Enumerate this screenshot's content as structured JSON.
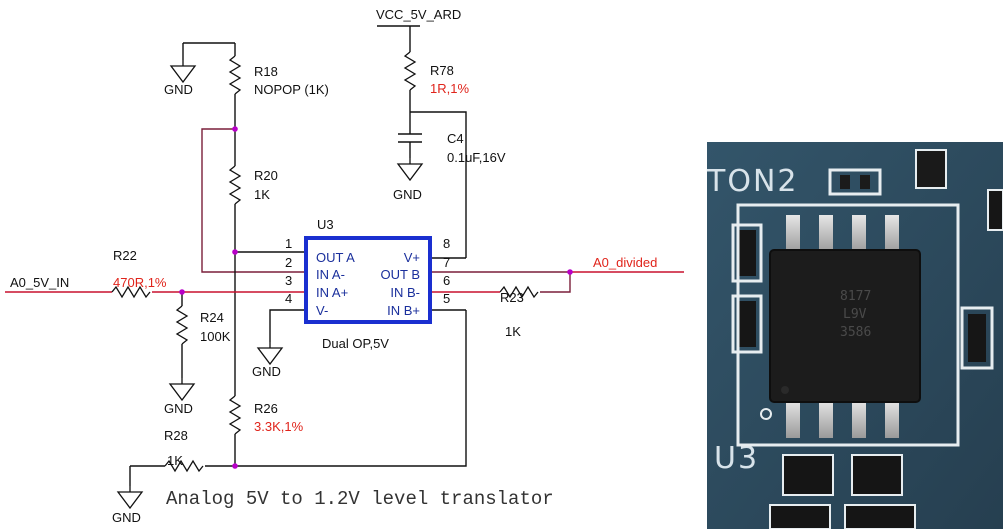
{
  "schematic": {
    "net_vcc": "VCC_5V_ARD",
    "net_in": "A0_5V_IN",
    "net_out": "A0_divided",
    "gnd_label": "GND",
    "caption": "Analog 5V to 1.2V level translator",
    "components": {
      "R18": {
        "ref": "R18",
        "value": "NOPOP (1K)"
      },
      "R20": {
        "ref": "R20",
        "value": "1K"
      },
      "R78": {
        "ref": "R78",
        "value": "1R,1%"
      },
      "C4": {
        "ref": "C4",
        "value": "0.1uF,16V"
      },
      "R22": {
        "ref": "R22",
        "value": "470R,1%"
      },
      "R24": {
        "ref": "R24",
        "value": "100K"
      },
      "R26": {
        "ref": "R26",
        "value": "3.3K,1%"
      },
      "R28": {
        "ref": "R28",
        "value": "1K"
      },
      "R23": {
        "ref": "R23",
        "value": "1K"
      }
    },
    "ic": {
      "ref": "U3",
      "part": "Dual OP,5V",
      "pin_numbers": [
        "1",
        "2",
        "3",
        "4",
        "5",
        "6",
        "7",
        "8"
      ],
      "left_pins": [
        "OUT A",
        "IN A-",
        "IN A+",
        "V-"
      ],
      "right_pins": [
        "V+",
        "OUT B",
        "IN B-",
        "IN B+"
      ]
    }
  },
  "photo": {
    "silkscreen_top": "TON2",
    "silkscreen_ref": "U3",
    "chip_marking": [
      "8177",
      "L9V",
      "3586"
    ]
  },
  "colors": {
    "ic_outline": "#1a2fd0",
    "net_highlight": "#c8102e",
    "junction": "#b800c8",
    "pcb_background": "#2d4a5c"
  }
}
